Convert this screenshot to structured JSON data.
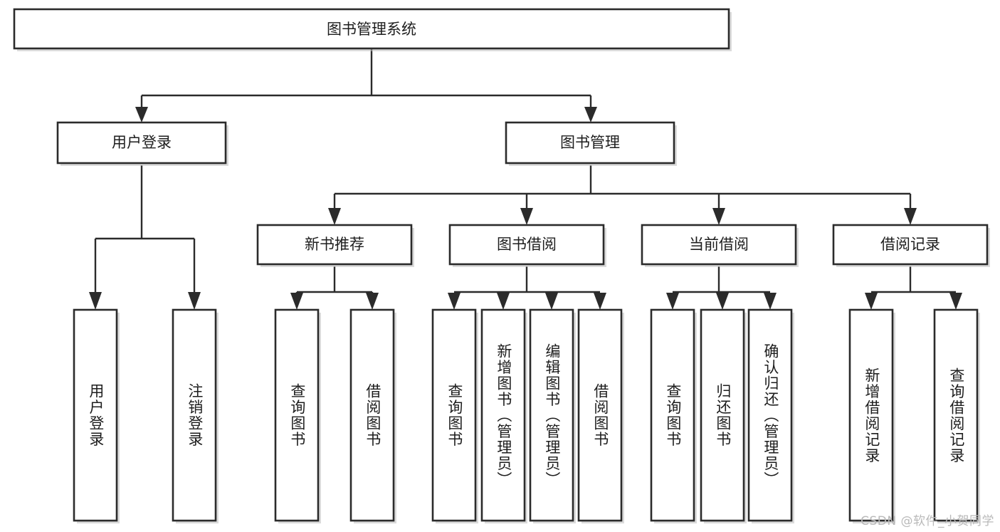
{
  "diagram": {
    "title": "图书管理系统",
    "type": "tree-hierarchy",
    "orientation": "top-down",
    "colors": {
      "box_border": "#2b2b2b",
      "box_fill": "#ffffff",
      "connector": "#2b2b2b",
      "text": "#1d1d1d",
      "watermark": "#b9b9b9",
      "background": "#ffffff"
    },
    "root": {
      "label": "图书管理系统",
      "orientation": "horizontal"
    },
    "level2": [
      {
        "id": "user-login",
        "label": "用户登录",
        "orientation": "horizontal"
      },
      {
        "id": "book-management",
        "label": "图书管理",
        "orientation": "horizontal"
      }
    ],
    "level3": [
      {
        "id": "new-book-recommend",
        "label": "新书推荐",
        "orientation": "horizontal",
        "parent": "book-management"
      },
      {
        "id": "book-borrow",
        "label": "图书借阅",
        "orientation": "horizontal",
        "parent": "book-management"
      },
      {
        "id": "current-borrow",
        "label": "当前借阅",
        "orientation": "horizontal",
        "parent": "book-management"
      },
      {
        "id": "borrow-record",
        "label": "借阅记录",
        "orientation": "horizontal",
        "parent": "book-management"
      }
    ],
    "leaves": [
      {
        "id": "leaf-user-login",
        "label": "用户登录",
        "parent": "user-login",
        "orientation": "vertical"
      },
      {
        "id": "leaf-logout-login",
        "label": "注销登录",
        "parent": "user-login",
        "orientation": "vertical"
      },
      {
        "id": "leaf-query-book-1",
        "label": "查询图书",
        "parent": "new-book-recommend",
        "orientation": "vertical"
      },
      {
        "id": "leaf-borrow-book-1",
        "label": "借阅图书",
        "parent": "new-book-recommend",
        "orientation": "vertical"
      },
      {
        "id": "leaf-query-book-2",
        "label": "查询图书",
        "parent": "book-borrow",
        "orientation": "vertical"
      },
      {
        "id": "leaf-add-book",
        "label": "新增图书（管理员）",
        "parent": "book-borrow",
        "orientation": "vertical"
      },
      {
        "id": "leaf-edit-book",
        "label": "编辑图书（管理员）",
        "parent": "book-borrow",
        "orientation": "vertical"
      },
      {
        "id": "leaf-borrow-book-2",
        "label": "借阅图书",
        "parent": "book-borrow",
        "orientation": "vertical"
      },
      {
        "id": "leaf-query-book-3",
        "label": "查询图书",
        "parent": "current-borrow",
        "orientation": "vertical"
      },
      {
        "id": "leaf-return-book",
        "label": "归还图书",
        "parent": "current-borrow",
        "orientation": "vertical"
      },
      {
        "id": "leaf-confirm-return",
        "label": "确认归还（管理员）",
        "parent": "current-borrow",
        "orientation": "vertical"
      },
      {
        "id": "leaf-add-record",
        "label": "新增借阅记录",
        "parent": "borrow-record",
        "orientation": "vertical"
      },
      {
        "id": "leaf-query-record",
        "label": "查询借阅记录",
        "parent": "borrow-record",
        "orientation": "vertical"
      }
    ],
    "watermark": "CSDN @软件_小贺同学"
  }
}
